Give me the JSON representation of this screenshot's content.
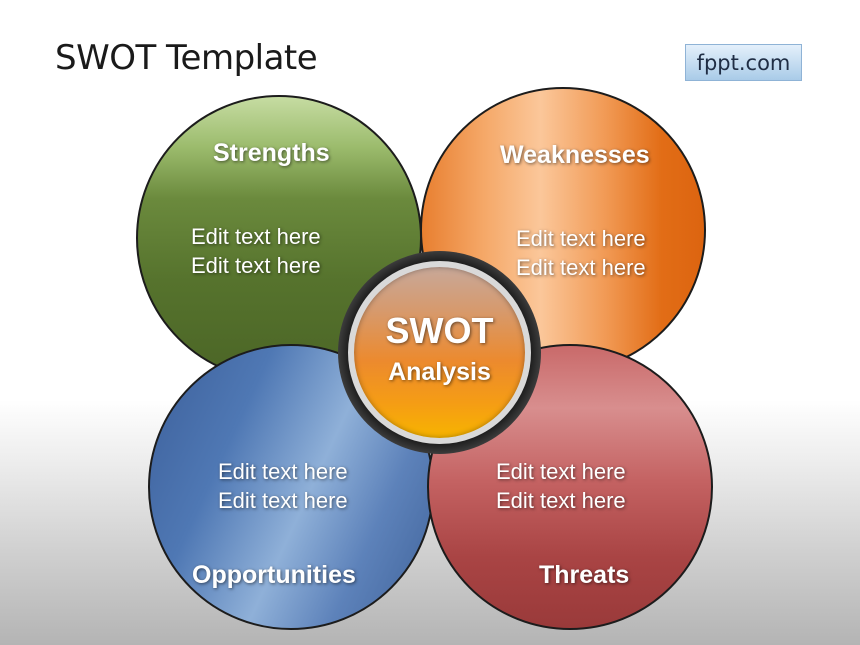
{
  "title": "SWOT Template",
  "brand": "fppt.com",
  "quadrants": {
    "strengths": {
      "label": "Strengths",
      "lines": [
        "Edit text here",
        "Edit text here"
      ],
      "color": "#56732d"
    },
    "weaknesses": {
      "label": "Weaknesses",
      "lines": [
        "Edit text here",
        "Edit text here"
      ],
      "color": "#e26d16"
    },
    "opportunities": {
      "label": "Opportunities",
      "lines": [
        "Edit text here",
        "Edit text here"
      ],
      "color": "#4f78b4"
    },
    "threats": {
      "label": "Threats",
      "lines": [
        "Edit text here",
        "Edit text here"
      ],
      "color": "#a94444"
    }
  },
  "center": {
    "title": "SWOT",
    "subtitle": "Analysis",
    "color": "#f59d14"
  }
}
